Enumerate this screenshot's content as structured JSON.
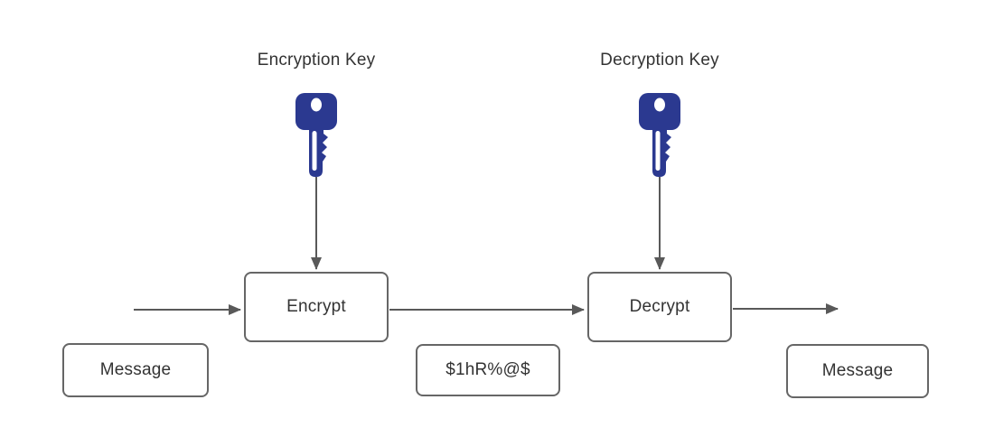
{
  "diagram": {
    "labels": {
      "encryption_key": "Encryption Key",
      "decryption_key": "Decryption Key"
    },
    "nodes": {
      "encrypt": "Encrypt",
      "decrypt": "Decrypt",
      "message_in": "Message",
      "ciphertext": "$1hR%@$",
      "message_out": "Message"
    },
    "icons": {
      "encryption_key_icon": "key-icon",
      "decryption_key_icon": "key-icon"
    },
    "colors": {
      "key_fill": "#2b3990",
      "line": "#595959",
      "box_border": "#666666",
      "text": "#333333"
    }
  }
}
